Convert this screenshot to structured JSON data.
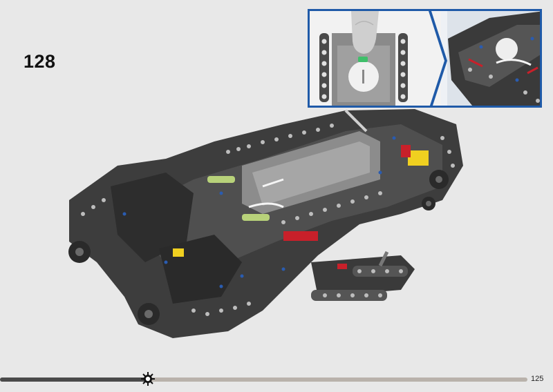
{
  "step": {
    "number": "128"
  },
  "page": {
    "number": "125"
  },
  "progress": {
    "fraction": 0.28
  },
  "colors": {
    "callout_border": "#1f5aa8",
    "beam_dark": "#3a3a3a",
    "beam_mid": "#5a5a5a",
    "light_grey": "#9a9a9a",
    "accent_red": "#c8202a",
    "accent_yellow": "#f0d020",
    "accent_green": "#b8d27a",
    "pin_blue": "#2a5cb0"
  },
  "icons": {
    "progress_marker": "sun-gear-icon"
  }
}
